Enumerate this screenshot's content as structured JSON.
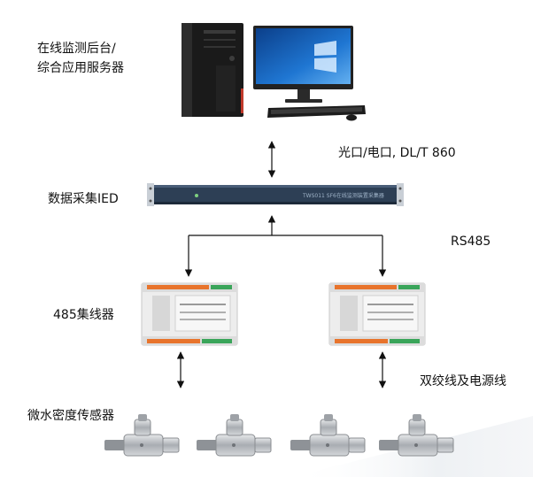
{
  "labels": {
    "server_line1": "在线监测后台/",
    "server_line2": "综合应用服务器",
    "link_top": "光口/电口, DL/T 860",
    "ied": "数据采集IED",
    "rs485": "RS485",
    "concentrator": "485集线器",
    "cable": "双绞线及电源线",
    "sensor": "微水密度传感器"
  },
  "device_text": {
    "ied_panel": "TWS011 SF6在线监测装置采集器"
  },
  "colors": {
    "line": "#111111",
    "ied_body": "#2d3f55",
    "ied_panel_text": "#9fb3c8",
    "module_body": "#ededed",
    "terminal_orange": "#e8742c",
    "terminal_green": "#3aa55a",
    "monitor_screen": "#1f76d2",
    "pc_tower": "#1a1a1a",
    "pc_accent": "#c0392b",
    "sensor_metal": "#b9bcc0"
  }
}
